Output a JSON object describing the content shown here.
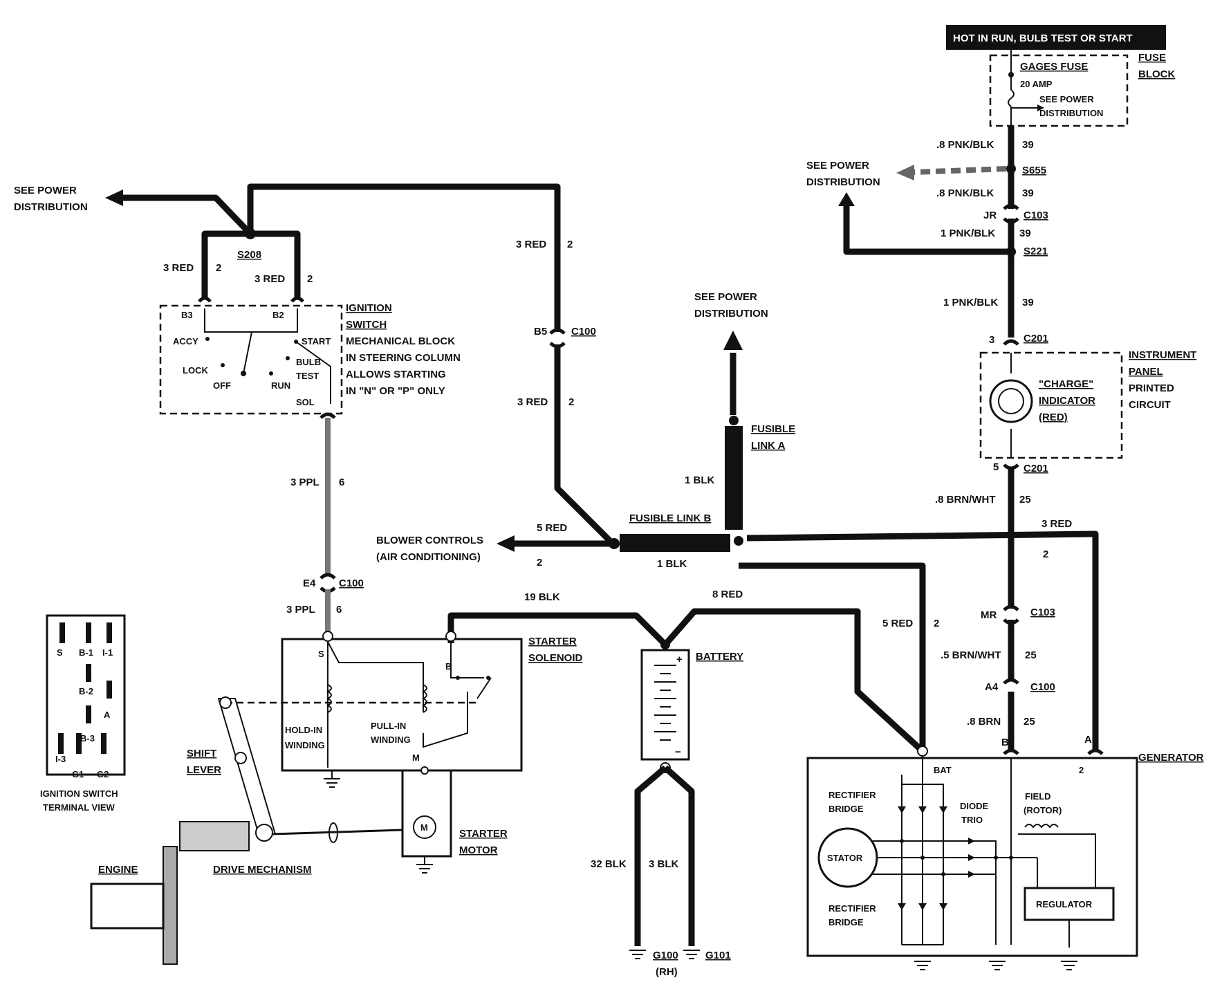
{
  "header": {
    "hot_label": "HOT IN RUN, BULB TEST OR START"
  },
  "fuse_block": {
    "fuse_name": "GAGES FUSE",
    "amp": "20 AMP",
    "see1": "SEE POWER",
    "see2": "DISTRIBUTION",
    "block1": "FUSE",
    "block2": "BLOCK"
  },
  "right_wires": {
    "w1": ".8 PNK/BLK",
    "c1": "39",
    "s655": "S655",
    "w2": ".8 PNK/BLK",
    "c2": "39",
    "jr": "JR",
    "c103": "C103",
    "w3": "1 PNK/BLK",
    "c3": "39",
    "s221": "S221",
    "w4": "1 PNK/BLK",
    "c4": "39",
    "pin3": "3",
    "c201a": "C201",
    "pin5": "5",
    "c201b": "C201",
    "w5": ".8 BRN/WHT",
    "c5": "25",
    "mr": "MR",
    "c103b": "C103",
    "w6": ".5 BRN/WHT",
    "c6": "25",
    "a4": "A4",
    "c100": "C100",
    "w7": ".8 BRN",
    "c7": "25",
    "red3": "3 RED",
    "red3c": "2",
    "see1": "SEE POWER",
    "see2": "DISTRIBUTION"
  },
  "instrument_panel": {
    "t1": "INSTRUMENT",
    "t2": "PANEL",
    "t3": "PRINTED",
    "t4": "CIRCUIT",
    "ind1": "\"CHARGE\"",
    "ind2": "INDICATOR",
    "ind3": "(RED)"
  },
  "left_top": {
    "see1": "SEE POWER",
    "see2": "DISTRIBUTION",
    "s208": "S208",
    "red_a": "3 RED",
    "ca": "2",
    "red_b": "3 RED",
    "cb": "2",
    "red_c": "3 RED",
    "cc": "2",
    "b5": "B5",
    "c100": "C100",
    "red_d": "3 RED",
    "cd": "2"
  },
  "ignition": {
    "b3": "B3",
    "b2": "B2",
    "accy": "ACCY",
    "lock": "LOCK",
    "off": "OFF",
    "run": "RUN",
    "start": "START",
    "bulb": "BULB",
    "test": "TEST",
    "sol": "SOL",
    "n1": "IGNITION",
    "n2": "SWITCH",
    "n3": "MECHANICAL BLOCK",
    "n4": "IN STEERING COLUMN",
    "n5": "ALLOWS STARTING",
    "n6": "IN \"N\" OR \"P\" ONLY"
  },
  "center": {
    "see1": "SEE POWER",
    "see2": "DISTRIBUTION",
    "fl_a1": "FUSIBLE",
    "fl_a2": "LINK A",
    "blk1": "1 BLK",
    "fl_b": "FUSIBLE LINK B",
    "red5": "5 RED",
    "red5c": "2",
    "blower1": "BLOWER CONTROLS",
    "blower2": "(AIR CONDITIONING)",
    "blk1b": "1 BLK",
    "ppl1": "3 PPL",
    "ppl1c": "6",
    "e4": "E4",
    "c100": "C100",
    "ppl2": "3 PPL",
    "ppl2c": "6",
    "blk19": "19 BLK",
    "red8": "8 RED",
    "red5b": "5 RED",
    "red5bc": "2"
  },
  "starter": {
    "sol1": "STARTER",
    "sol2": "SOLENOID",
    "s": "S",
    "b": "B",
    "m": "M",
    "hold1": "HOLD-IN",
    "hold2": "WINDING",
    "pull1": "PULL-IN",
    "pull2": "WINDING",
    "motor1": "STARTER",
    "motor2": "MOTOR",
    "motor_sym": "M",
    "shift1": "SHIFT",
    "shift2": "LEVER",
    "drive": "DRIVE MECHANISM",
    "engine": "ENGINE"
  },
  "terminal_view": {
    "s": "S",
    "b1": "B-1",
    "i1": "I-1",
    "b2": "B-2",
    "a": "A",
    "b3": "B-3",
    "i3": "I-3",
    "g1": "G1",
    "g2": "G2",
    "cap1": "IGNITION SWITCH",
    "cap2": "TERMINAL VIEW"
  },
  "battery": {
    "label": "BATTERY",
    "plus": "+",
    "minus": "−",
    "blk32": "32 BLK",
    "blk3": "3 BLK",
    "g100": "G100",
    "rh": "(RH)",
    "g101": "G101"
  },
  "generator": {
    "label": "GENERATOR",
    "bat": "BAT",
    "b": "B",
    "a": "A",
    "two": "2",
    "rect1a": "RECTIFIER",
    "rect1b": "BRIDGE",
    "rect2a": "RECTIFIER",
    "rect2b": "BRIDGE",
    "stator": "STATOR",
    "diode1": "DIODE",
    "diode2": "TRIO",
    "field1": "FIELD",
    "field2": "(ROTOR)",
    "regulator": "REGULATOR"
  }
}
